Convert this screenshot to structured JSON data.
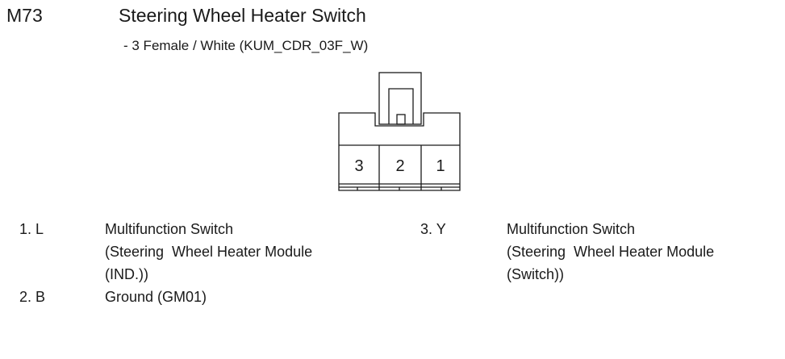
{
  "connector": {
    "code": "M73",
    "title": "Steering  Wheel Heater Switch",
    "subtitle": "- 3 Female / White (KUM_CDR_03F_W)",
    "pin_numbers": [
      "3",
      "2",
      "1"
    ]
  },
  "pins": [
    {
      "num": "1. L",
      "desc": "Multifunction Switch\n(Steering  Wheel Heater Module\n(IND.))"
    },
    {
      "num": "2. B",
      "desc": "Ground (GM01)"
    },
    {
      "num": "3. Y",
      "desc": "Multifunction Switch\n(Steering  Wheel Heater Module\n(Switch))"
    }
  ]
}
